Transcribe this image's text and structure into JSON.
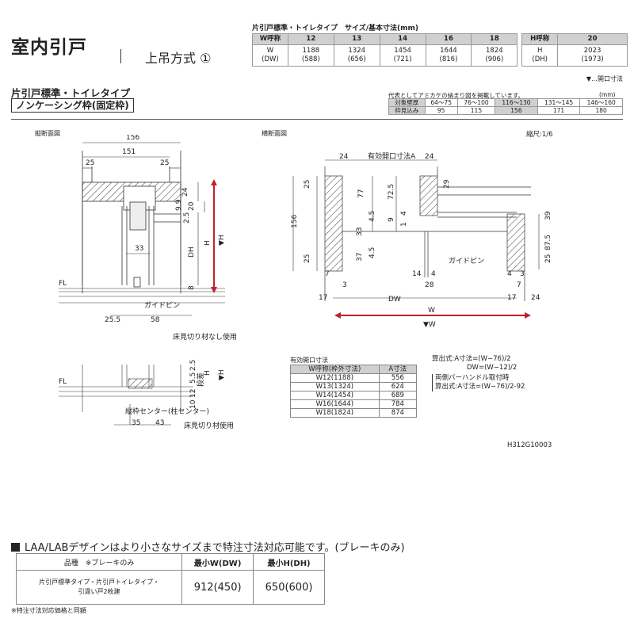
{
  "header": {
    "title": "室内引戸",
    "method": "上吊方式 ①",
    "size_table_title": "片引戸標準・トイレタイプ　サイズ/基本寸法(mm)",
    "w_label": "W呼称",
    "w_codes": [
      "12",
      "13",
      "14",
      "16",
      "18"
    ],
    "w_row_label": "W\n(DW)",
    "w_values": [
      "1188\n(588)",
      "1324\n(656)",
      "1454\n(721)",
      "1644\n(816)",
      "1824\n(906)"
    ],
    "h_label": "H呼称",
    "h_code": "20",
    "h_row_label": "H\n(DH)",
    "h_value": "2023\n(1973)",
    "legend": "▼…開口寸法"
  },
  "section": {
    "subtitle": "片引戸標準・トイレタイプ",
    "box_title": "ノンケーシング枠(固定枠)",
    "mikake_note": "代表としてアミカケの納まり図を掲載しています。",
    "unit": "(mm)",
    "mikake_table": {
      "row1_label": "対象壁厚",
      "row1": [
        "64〜75",
        "76〜100",
        "116〜130",
        "131〜145",
        "146〜160"
      ],
      "row2_label": "枠見込み",
      "row2": [
        "95",
        "115",
        "156",
        "171",
        "180"
      ],
      "highlight_index": 2
    }
  },
  "drawing": {
    "vertical_label": "縦断面図",
    "horizontal_label": "横断面図",
    "scale": "縮尺:1/6",
    "floor_label": "FL",
    "guide_pin": "ガイドピン",
    "no_cut_label": "床見切り材なし使用",
    "cut_label": "床見切り材使用",
    "center_label": "縦枠センター(柱センター)",
    "step_label": "段差",
    "effective_label": "有効開口寸法A",
    "dims_v": {
      "d156": "156",
      "d151": "151",
      "d25a": "25",
      "d25b": "25",
      "d24": "24",
      "d20": "20",
      "d99": "9.9",
      "d25": "2.5",
      "H": "H",
      "vH": "▼H",
      "DH": "DH",
      "d33": "33",
      "d8": "8",
      "d255": "25.5",
      "d58": "58"
    },
    "dims_v2": {
      "d25": "2.5",
      "d55": "5.5",
      "d12": "12",
      "d10": "10",
      "H": "H",
      "vH": "▼H",
      "d35": "35",
      "d43": "43"
    },
    "dims_h": {
      "d24a": "24",
      "d24b": "24",
      "d25a": "25",
      "d25b": "25",
      "d25c": "25",
      "d77": "77",
      "d725": "72.5",
      "d29": "29",
      "d156": "156",
      "d45a": "4.5",
      "d45b": "4.5",
      "d9": "9",
      "d4": "4",
      "d1": "1",
      "d33": "33",
      "d37": "37",
      "d14": "14",
      "d28": "28",
      "d4b": "4",
      "d7a": "7",
      "d3a": "3",
      "d17a": "17",
      "d4c": "4",
      "d3b": "3",
      "d7b": "7",
      "d17b": "17",
      "d24c": "24",
      "d39": "39",
      "d875": "87.5",
      "DW": "DW",
      "W": "W",
      "vW": "▼W"
    }
  },
  "opening_table": {
    "title": "有効開口寸法",
    "col1": "W呼称(枠外寸法)",
    "col2": "A寸法",
    "rows": [
      {
        "w": "W12(1188)",
        "a": "556"
      },
      {
        "w": "W13(1324)",
        "a": "624"
      },
      {
        "w": "W14(1454)",
        "a": "689"
      },
      {
        "w": "W16(1644)",
        "a": "784"
      },
      {
        "w": "W18(1824)",
        "a": "874"
      }
    ]
  },
  "formulas": {
    "line1": "算出式:A寸法=(W−76)/2",
    "line2": "DW=(W−12)/2",
    "line3": "両側バーハンドル取付時",
    "line4": "算出式:A寸法=(W−76)/2-92"
  },
  "drawing_code": "H312G10003",
  "bottom": {
    "headline": "LAA/LABデザインはより小さなサイズまで特注寸法対応可能です。(ブレーキのみ)",
    "col_name": "品種　※ブレーキのみ",
    "col_w": "最小W(DW)",
    "col_h": "最小H(DH)",
    "row_name1": "片引戸標準タイプ・片引戸トイレタイプ・",
    "row_name2": "引違い戸2枚建",
    "row_w": "912(450)",
    "row_h": "650(600)",
    "footnote": "※特注寸法対応価格と同額"
  },
  "colors": {
    "arrow_red": "#c0202e",
    "header_gray": "#d0d0d0"
  }
}
